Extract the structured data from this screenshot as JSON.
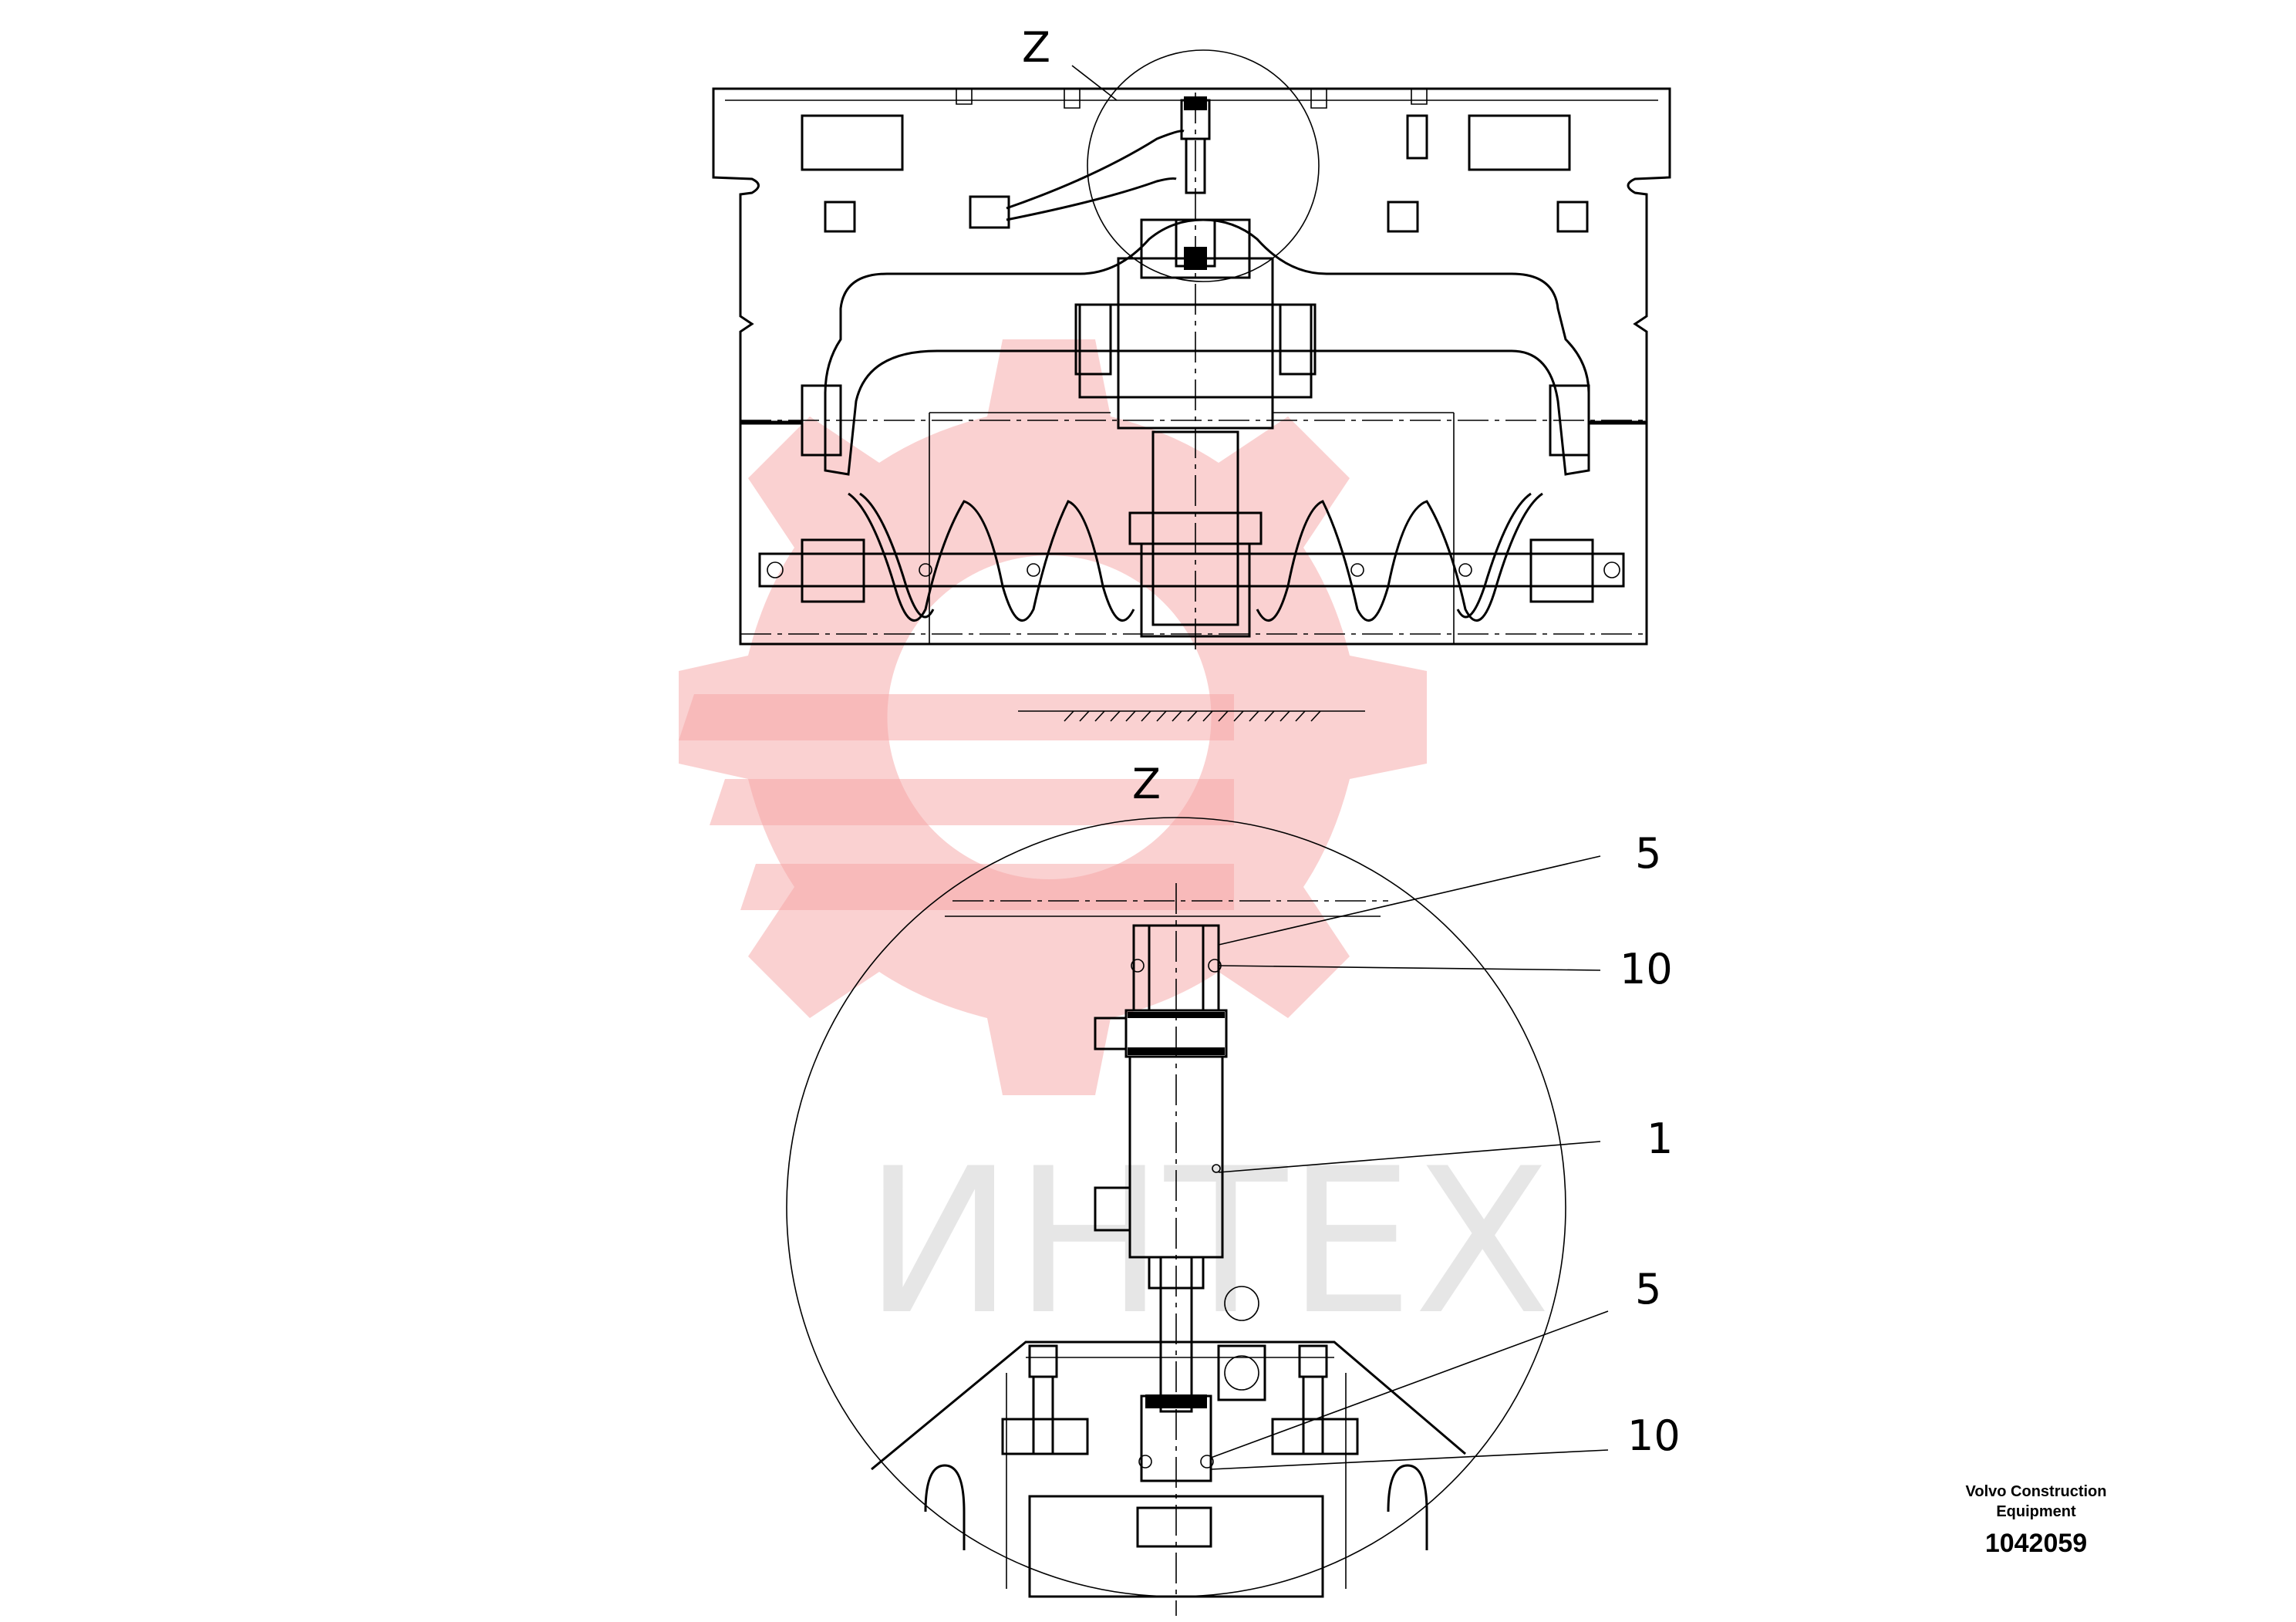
{
  "view_label_top": "Z",
  "view_label_detail": "Z",
  "callouts": [
    {
      "id": "callout-5-upper",
      "text": "5"
    },
    {
      "id": "callout-10-upper",
      "text": "10"
    },
    {
      "id": "callout-1",
      "text": "1"
    },
    {
      "id": "callout-5-lower",
      "text": "5"
    },
    {
      "id": "callout-10-lower",
      "text": "10"
    }
  ],
  "watermark": {
    "text": "ИНТЕХ",
    "color": "#f08080"
  },
  "title_block": {
    "company_line1": "Volvo Construction",
    "company_line2": "Equipment",
    "drawing_number": "1042059"
  }
}
